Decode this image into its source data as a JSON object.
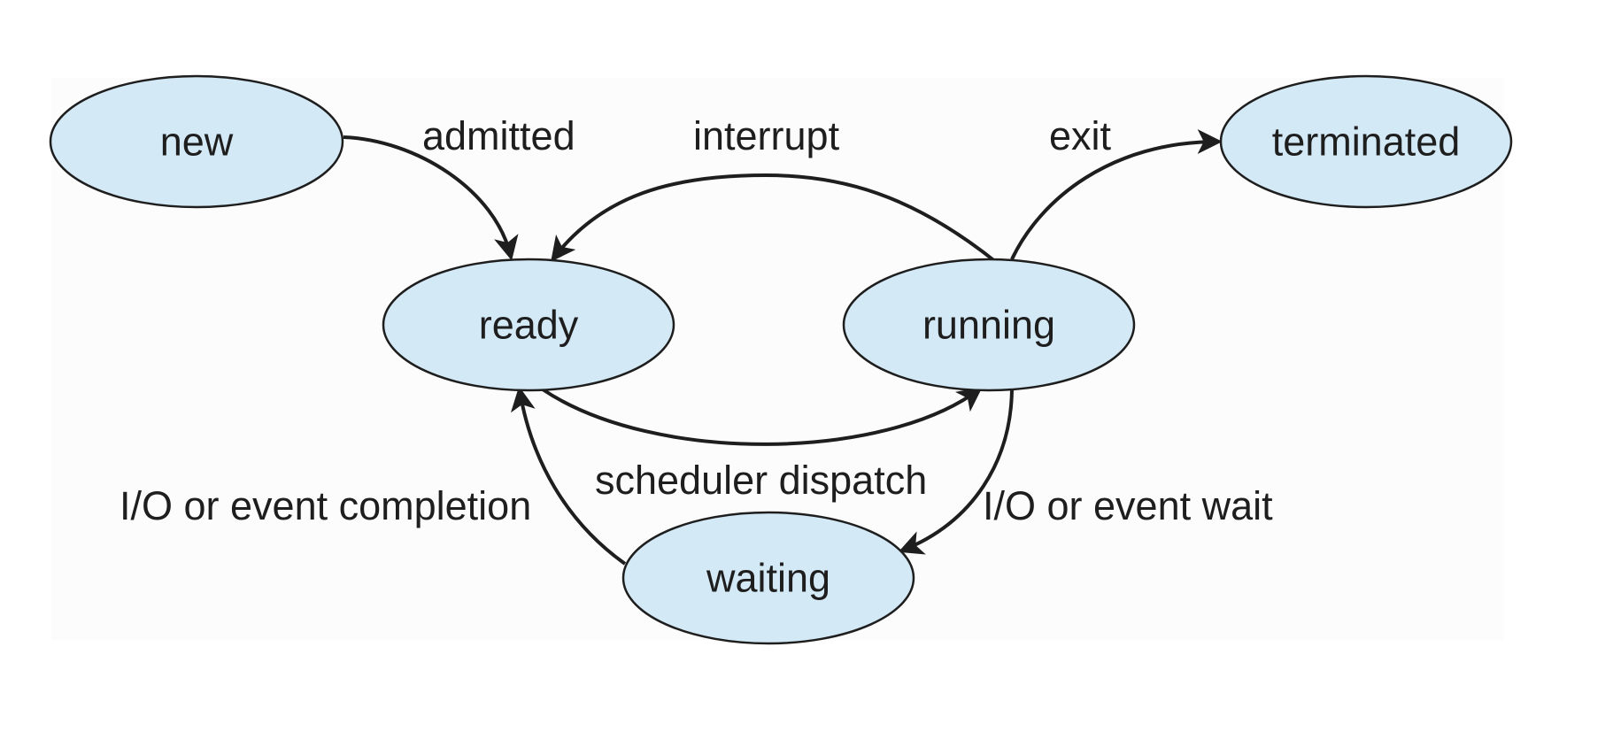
{
  "states": {
    "new": "new",
    "ready": "ready",
    "running": "running",
    "waiting": "waiting",
    "terminated": "terminated"
  },
  "transitions": {
    "admitted": "admitted",
    "interrupt": "interrupt",
    "exit": "exit",
    "scheduler_dispatch": "scheduler dispatch",
    "io_event_completion": "I/O or event completion",
    "io_event_wait": "I/O or event wait"
  },
  "colors": {
    "state_fill": "#d4e9f6",
    "stroke": "#1e1e1e",
    "panel_background": "#fcfcfc"
  }
}
